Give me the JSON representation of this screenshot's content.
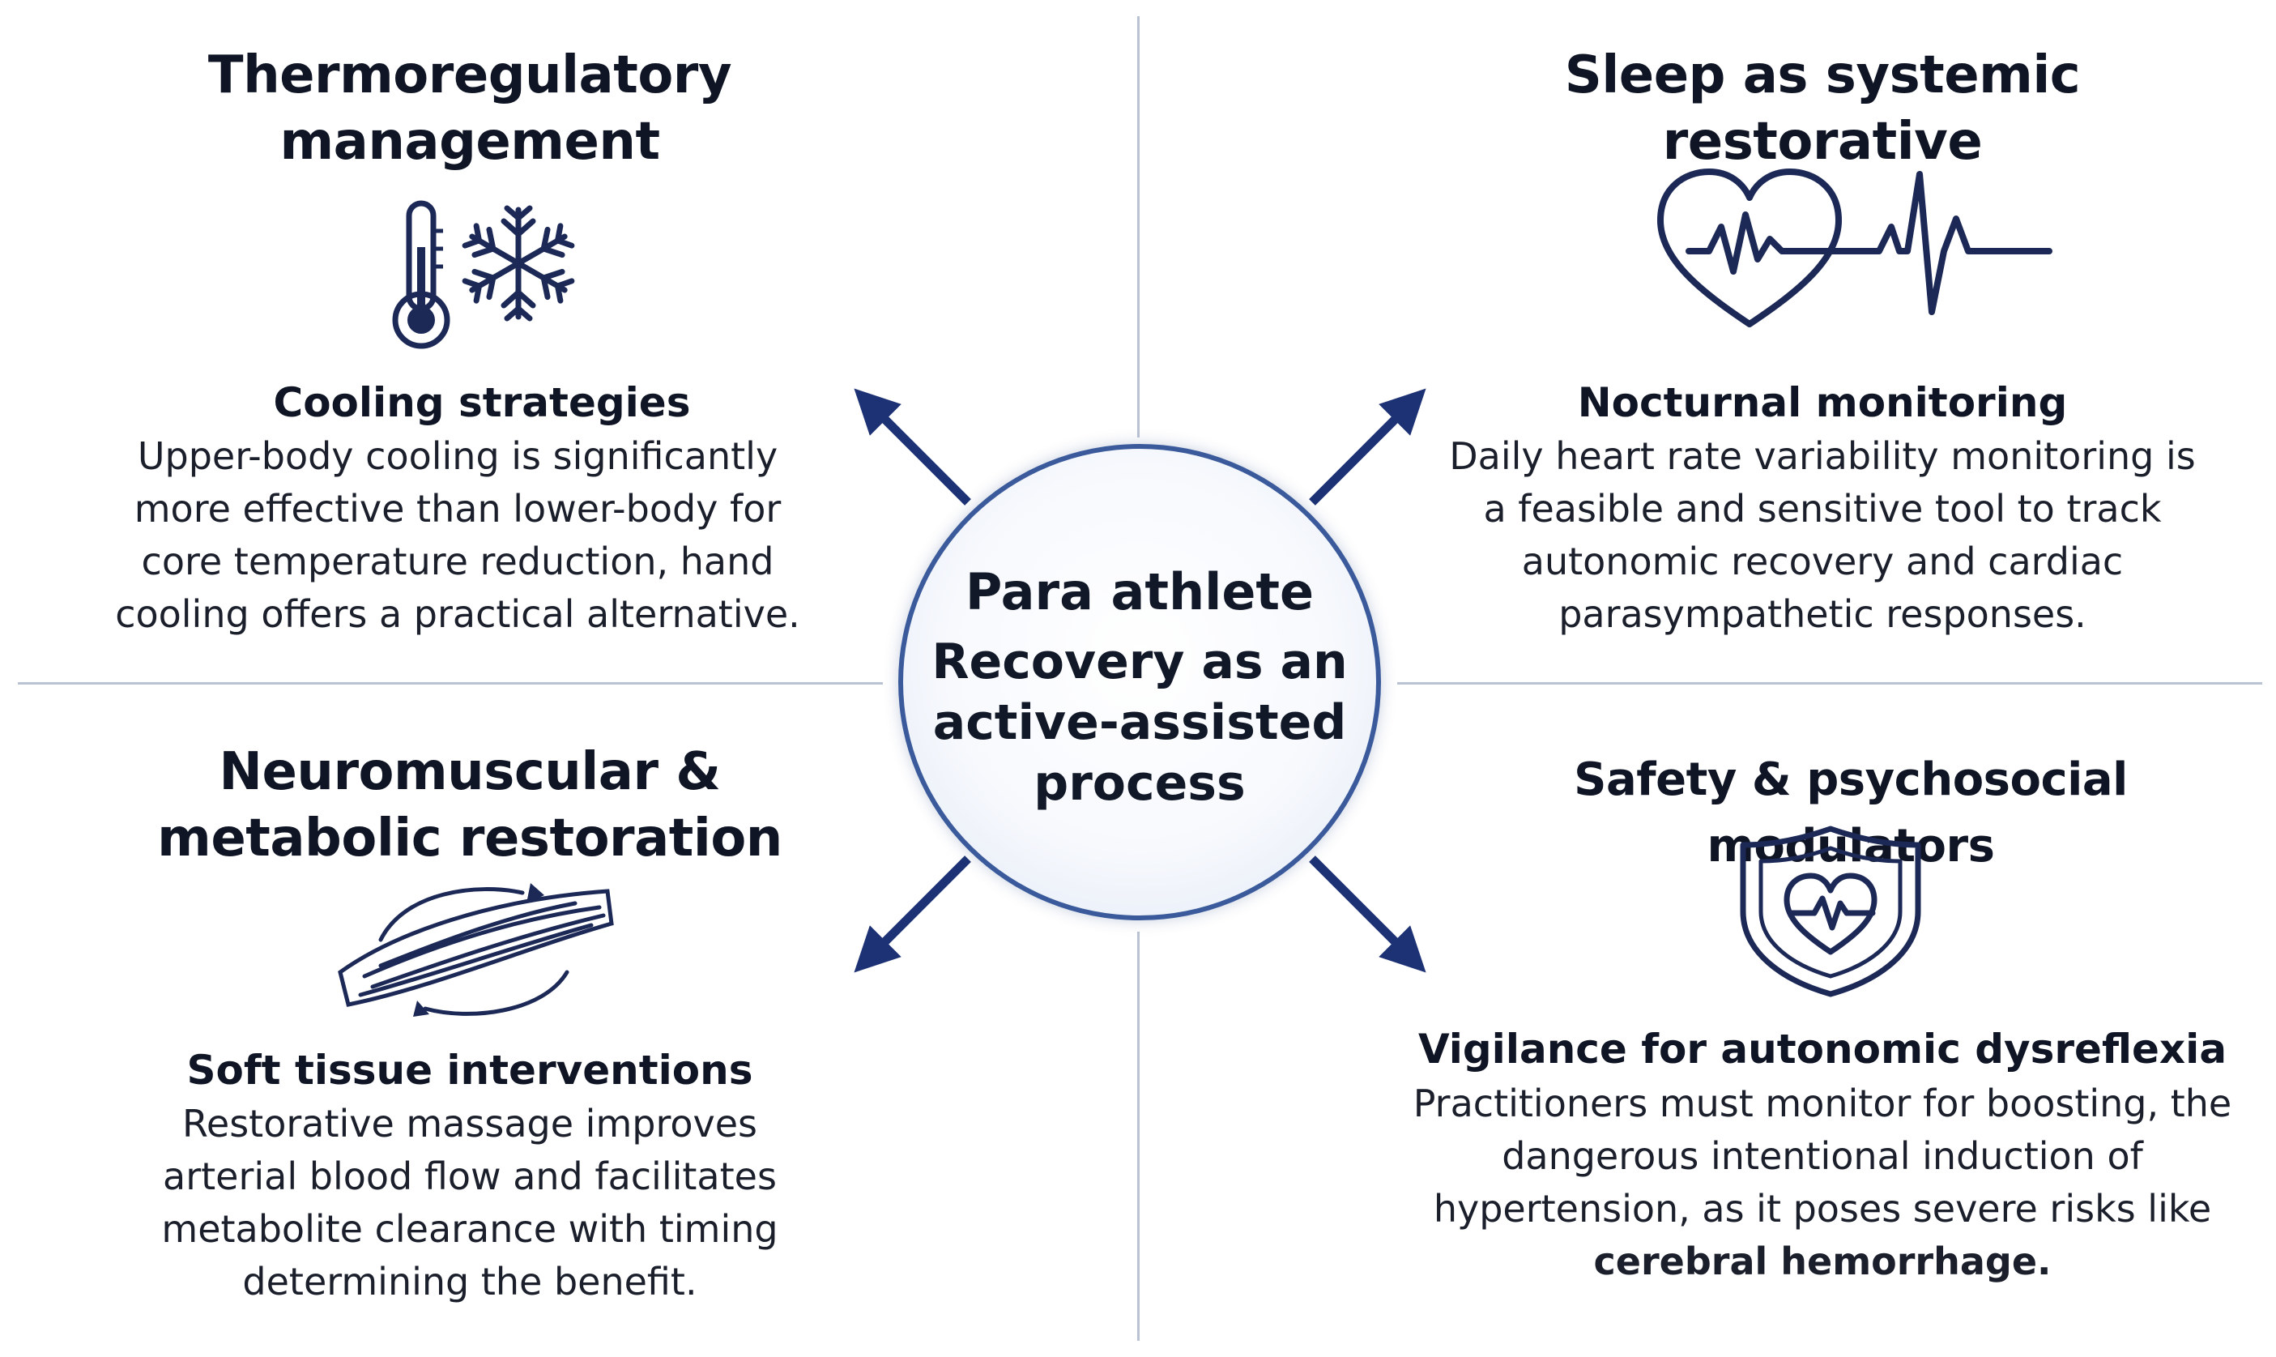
{
  "center": {
    "line1": "Para athlete",
    "line2": "Recovery as an active-assisted process"
  },
  "quadrants": {
    "top_left": {
      "title": "Thermoregulatory management",
      "icons": [
        "thermometer-icon",
        "snowflake-icon"
      ],
      "subtitle": "Cooling strategies",
      "body": "Upper-body cooling is significantly more effective than lower-body for core temperature reduction, hand cooling offers a practical alternative."
    },
    "top_right": {
      "title": "Sleep as systemic restorative",
      "icons": [
        "heart-pulse-icon"
      ],
      "subtitle": "Nocturnal monitoring",
      "body": "Daily heart rate variability monitoring is a feasible and sensitive tool to track autonomic recovery and cardiac parasympathetic responses."
    },
    "bottom_left": {
      "title": "Neuromuscular & metabolic restoration",
      "icons": [
        "muscle-fiber-icon"
      ],
      "subtitle": "Soft tissue interventions",
      "body": "Restorative massage improves arterial blood flow and facilitates metabolite clearance with timing determining the benefit."
    },
    "bottom_right": {
      "title": "Safety & psychosocial modulators",
      "icons": [
        "shield-heart-icon"
      ],
      "subtitle": "Vigilance for autonomic dysreflexia",
      "body_plain": "Practitioners must monitor for boosting, the dangerous intentional induction of hypertension, as it poses severe risks like ",
      "body_emphasis": "cerebral hemorrhage."
    }
  },
  "colors": {
    "arrow": "#1c3274",
    "icon": "#1c2957",
    "divider": "#b9c3d3",
    "circle_border": "#3a5a9b"
  }
}
